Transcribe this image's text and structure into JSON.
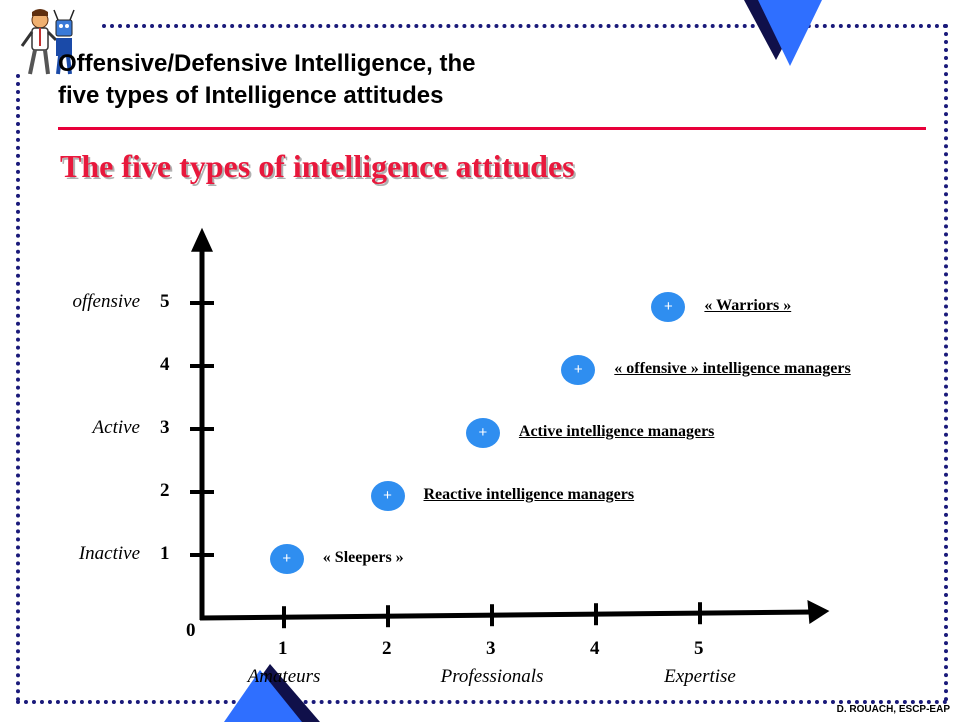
{
  "slide": {
    "title": "Offensive/Defensive Intelligence, the\nfive types of Intelligence attitudes",
    "subtitle": "The five types of intelligence attitudes",
    "footer": "D. ROUACH, ESCP-EAP",
    "accent_color": "#e8183c",
    "frame_color": "#1a1a7a"
  },
  "icons": {
    "people": "people-clipart-icon",
    "triangle_top": "blue-triangle-top-icon",
    "triangle_bottom": "blue-triangle-bottom-icon",
    "marker": "plus-bubble-icon"
  },
  "chart_data": {
    "type": "scatter",
    "origin_label": "0",
    "x_ticks": [
      "1",
      "2",
      "3",
      "4",
      "5"
    ],
    "y_ticks": [
      "1",
      "2",
      "3",
      "4",
      "5"
    ],
    "x_category_labels": [
      {
        "text": "Amateurs",
        "x": 1
      },
      {
        "text": "Professionals",
        "x": 3
      },
      {
        "text": "Expertise",
        "x": 5
      }
    ],
    "y_category_labels": [
      {
        "text": "Inactive",
        "y": 1
      },
      {
        "text": "Active",
        "y": 3
      },
      {
        "text": "offensive",
        "y": 5
      }
    ],
    "xlim": [
      0,
      5.9
    ],
    "ylim": [
      0,
      6.1
    ],
    "marker_symbol": "+",
    "points": [
      {
        "label": "« Sleepers »",
        "x": 0.8,
        "y": 1.0,
        "underline": false
      },
      {
        "label": "Reactive intelligence managers",
        "x": 1.75,
        "y": 2.0,
        "underline": true
      },
      {
        "label": "Active intelligence managers",
        "x": 2.65,
        "y": 3.0,
        "underline": true
      },
      {
        "label": "« offensive » intelligence managers",
        "x": 3.55,
        "y": 4.0,
        "underline": true
      },
      {
        "label": "« Warriors »",
        "x": 4.4,
        "y": 5.0,
        "underline": true
      }
    ],
    "marker_color": "#2f8ef0"
  }
}
